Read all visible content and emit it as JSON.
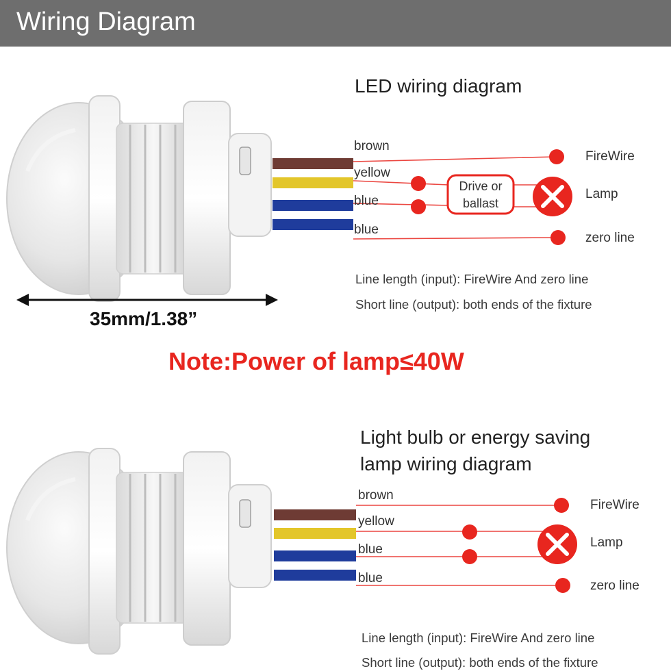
{
  "header": {
    "title": "Wiring Diagram"
  },
  "colors": {
    "header_bg": "#6e6e6e",
    "wire_brown": "#6e3b34",
    "wire_yellow": "#e3c62a",
    "wire_blue": "#1f3c9c",
    "line_red": "#e8261f",
    "note_red": "#e8261f"
  },
  "dimension": {
    "label": "35mm/1.38”"
  },
  "note": {
    "text": "Note:Power of lamp≤40W"
  },
  "led_diagram": {
    "title": "LED wiring diagram",
    "wires": {
      "brown": "brown",
      "yellow": "yellow",
      "blue1": "blue",
      "blue2": "blue"
    },
    "terminals": {
      "firewire": "FireWire",
      "lamp": "Lamp",
      "zero": "zero line"
    },
    "driver_label_1": "Drive or",
    "driver_label_2": "ballast",
    "notes": [
      "Line length (input): FireWire And zero line",
      "Short line (output): both ends of the fixture"
    ]
  },
  "bulb_diagram": {
    "title_line1": "Light bulb or energy saving",
    "title_line2": "lamp wiring diagram",
    "wires": {
      "brown": "brown",
      "yellow": "yellow",
      "blue1": "blue",
      "blue2": "blue"
    },
    "terminals": {
      "firewire": "FireWire",
      "lamp": "Lamp",
      "zero": "zero line"
    },
    "notes": [
      "Line length (input): FireWire And zero line",
      "Short line (output): both ends of the fixture"
    ]
  }
}
